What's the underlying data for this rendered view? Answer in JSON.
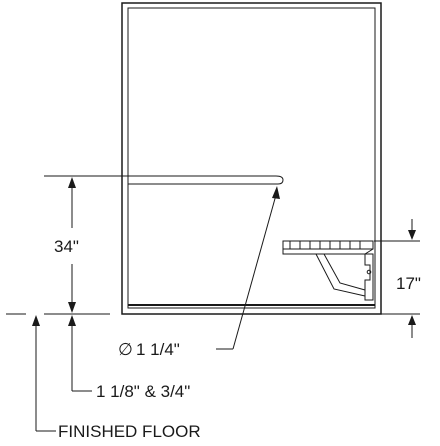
{
  "dimensions": {
    "grab_bar_height": "34\"",
    "seat_height": "17\"",
    "bar_diameter": "1 1/4\"",
    "floor_offset": "1 1/8\" & 3/4\"",
    "finished_floor": "FINISHED FLOOR"
  },
  "symbols": {
    "diameter": "∅"
  }
}
